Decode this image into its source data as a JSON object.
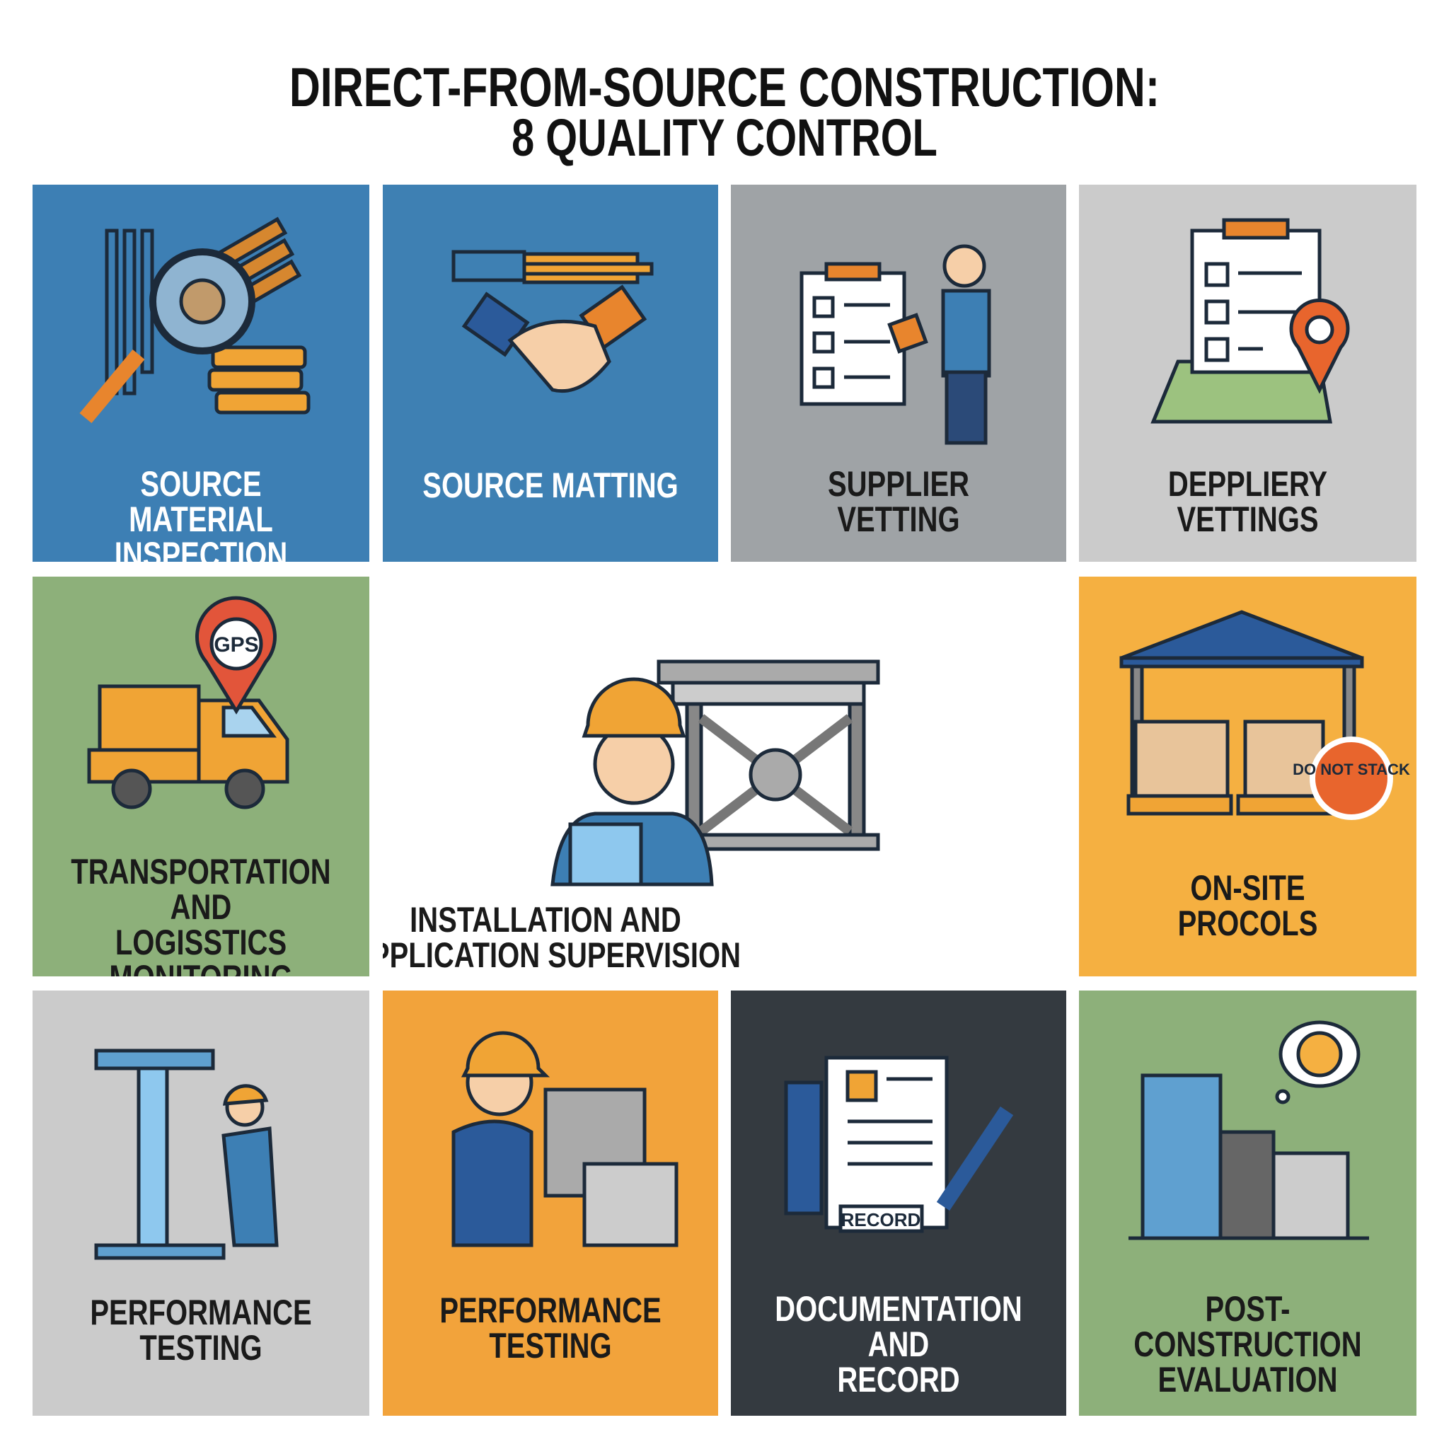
{
  "title": {
    "line1": "DIRECT-FROM-SOURCE CONSTRUCTION:",
    "line2": "8 QUALITY CONTROL"
  },
  "cards": [
    {
      "lines": [
        "SOURCE MATERIAL",
        "INSPECTION"
      ],
      "icon": "magnifier-materials-icon",
      "color": "#3d7fb4"
    },
    {
      "lines": [
        "SOURCE MATTING",
        ""
      ],
      "icon": "handshake-icon",
      "color": "#3e80b3"
    },
    {
      "lines": [
        "SUPPLIER",
        "VETTING"
      ],
      "icon": "clipboard-person-icon",
      "color": "#9fa3a6"
    },
    {
      "lines": [
        "DEPPLIERY",
        "VETTINGS"
      ],
      "icon": "checklist-map-icon",
      "color": "#cbcbcb"
    },
    {
      "lines": [
        "TRANSPORTATION AND",
        "LOGISSTICS",
        "MONITORING"
      ],
      "icon": "gps-truck-icon",
      "color": "#8db07a",
      "badge": "GPS"
    },
    {
      "lines": [
        "INSTALLATION AND",
        "APPLICATION SUPERVISION"
      ],
      "icon": "worker-frame-icon",
      "color": "#ffffff"
    },
    {
      "lines": [
        "ON-SITE",
        "PROCOLS"
      ],
      "icon": "storage-pallets-icon",
      "color": "#f5b041",
      "badge": "DO NOT STACK"
    },
    {
      "lines": [
        "PERFORMANCE",
        "TESTING"
      ],
      "icon": "testing-machine-icon",
      "color": "#cbcbcb"
    },
    {
      "lines": [
        "PERFORMANCE",
        "TESTING"
      ],
      "icon": "worker-welding-icon",
      "color": "#f2a33b"
    },
    {
      "lines": [
        "DOCUMENTATION AND",
        "RECORD"
      ],
      "icon": "documents-pen-icon",
      "color": "#343a40",
      "badge": "RECORD"
    },
    {
      "lines": [
        "POST-CONSTRUCTION",
        "EVALUATION"
      ],
      "icon": "building-smiley-icon",
      "color": "#8db07a"
    }
  ]
}
